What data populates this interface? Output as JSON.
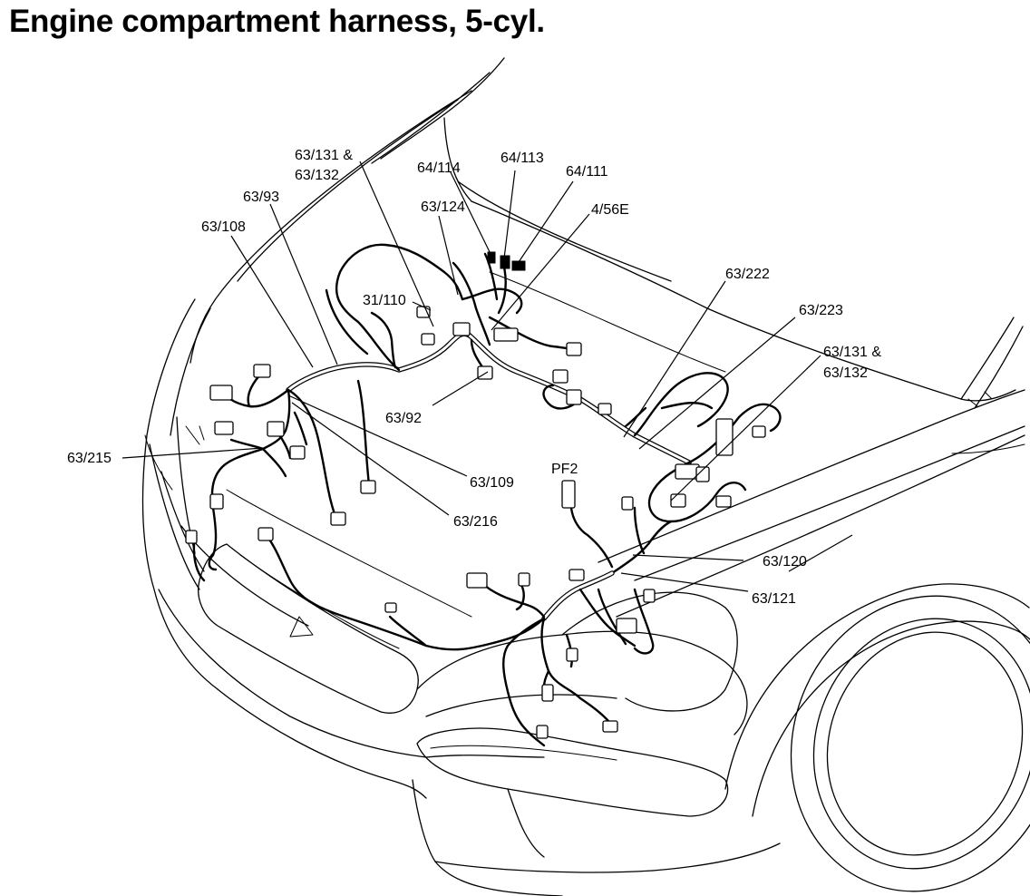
{
  "title": "Engine compartment harness, 5-cyl.",
  "callouts": {
    "c63_131_132_top_line1": "63/131 &",
    "c63_131_132_top_line2": "63/132",
    "c64_114": "64/114",
    "c64_113": "64/113",
    "c64_111": "64/111",
    "c63_93": "63/93",
    "c63_124": "63/124",
    "c4_56E": "4/56E",
    "c63_108": "63/108",
    "c63_222": "63/222",
    "c31_110": "31/110",
    "c63_223": "63/223",
    "c63_131_132_right_line1": "63/131 &",
    "c63_131_132_right_line2": "63/132",
    "c63_92": "63/92",
    "c63_215": "63/215",
    "c63_109": "63/109",
    "cPF2": "PF2",
    "c63_216": "63/216",
    "c63_120": "63/120",
    "c63_121": "63/121"
  }
}
